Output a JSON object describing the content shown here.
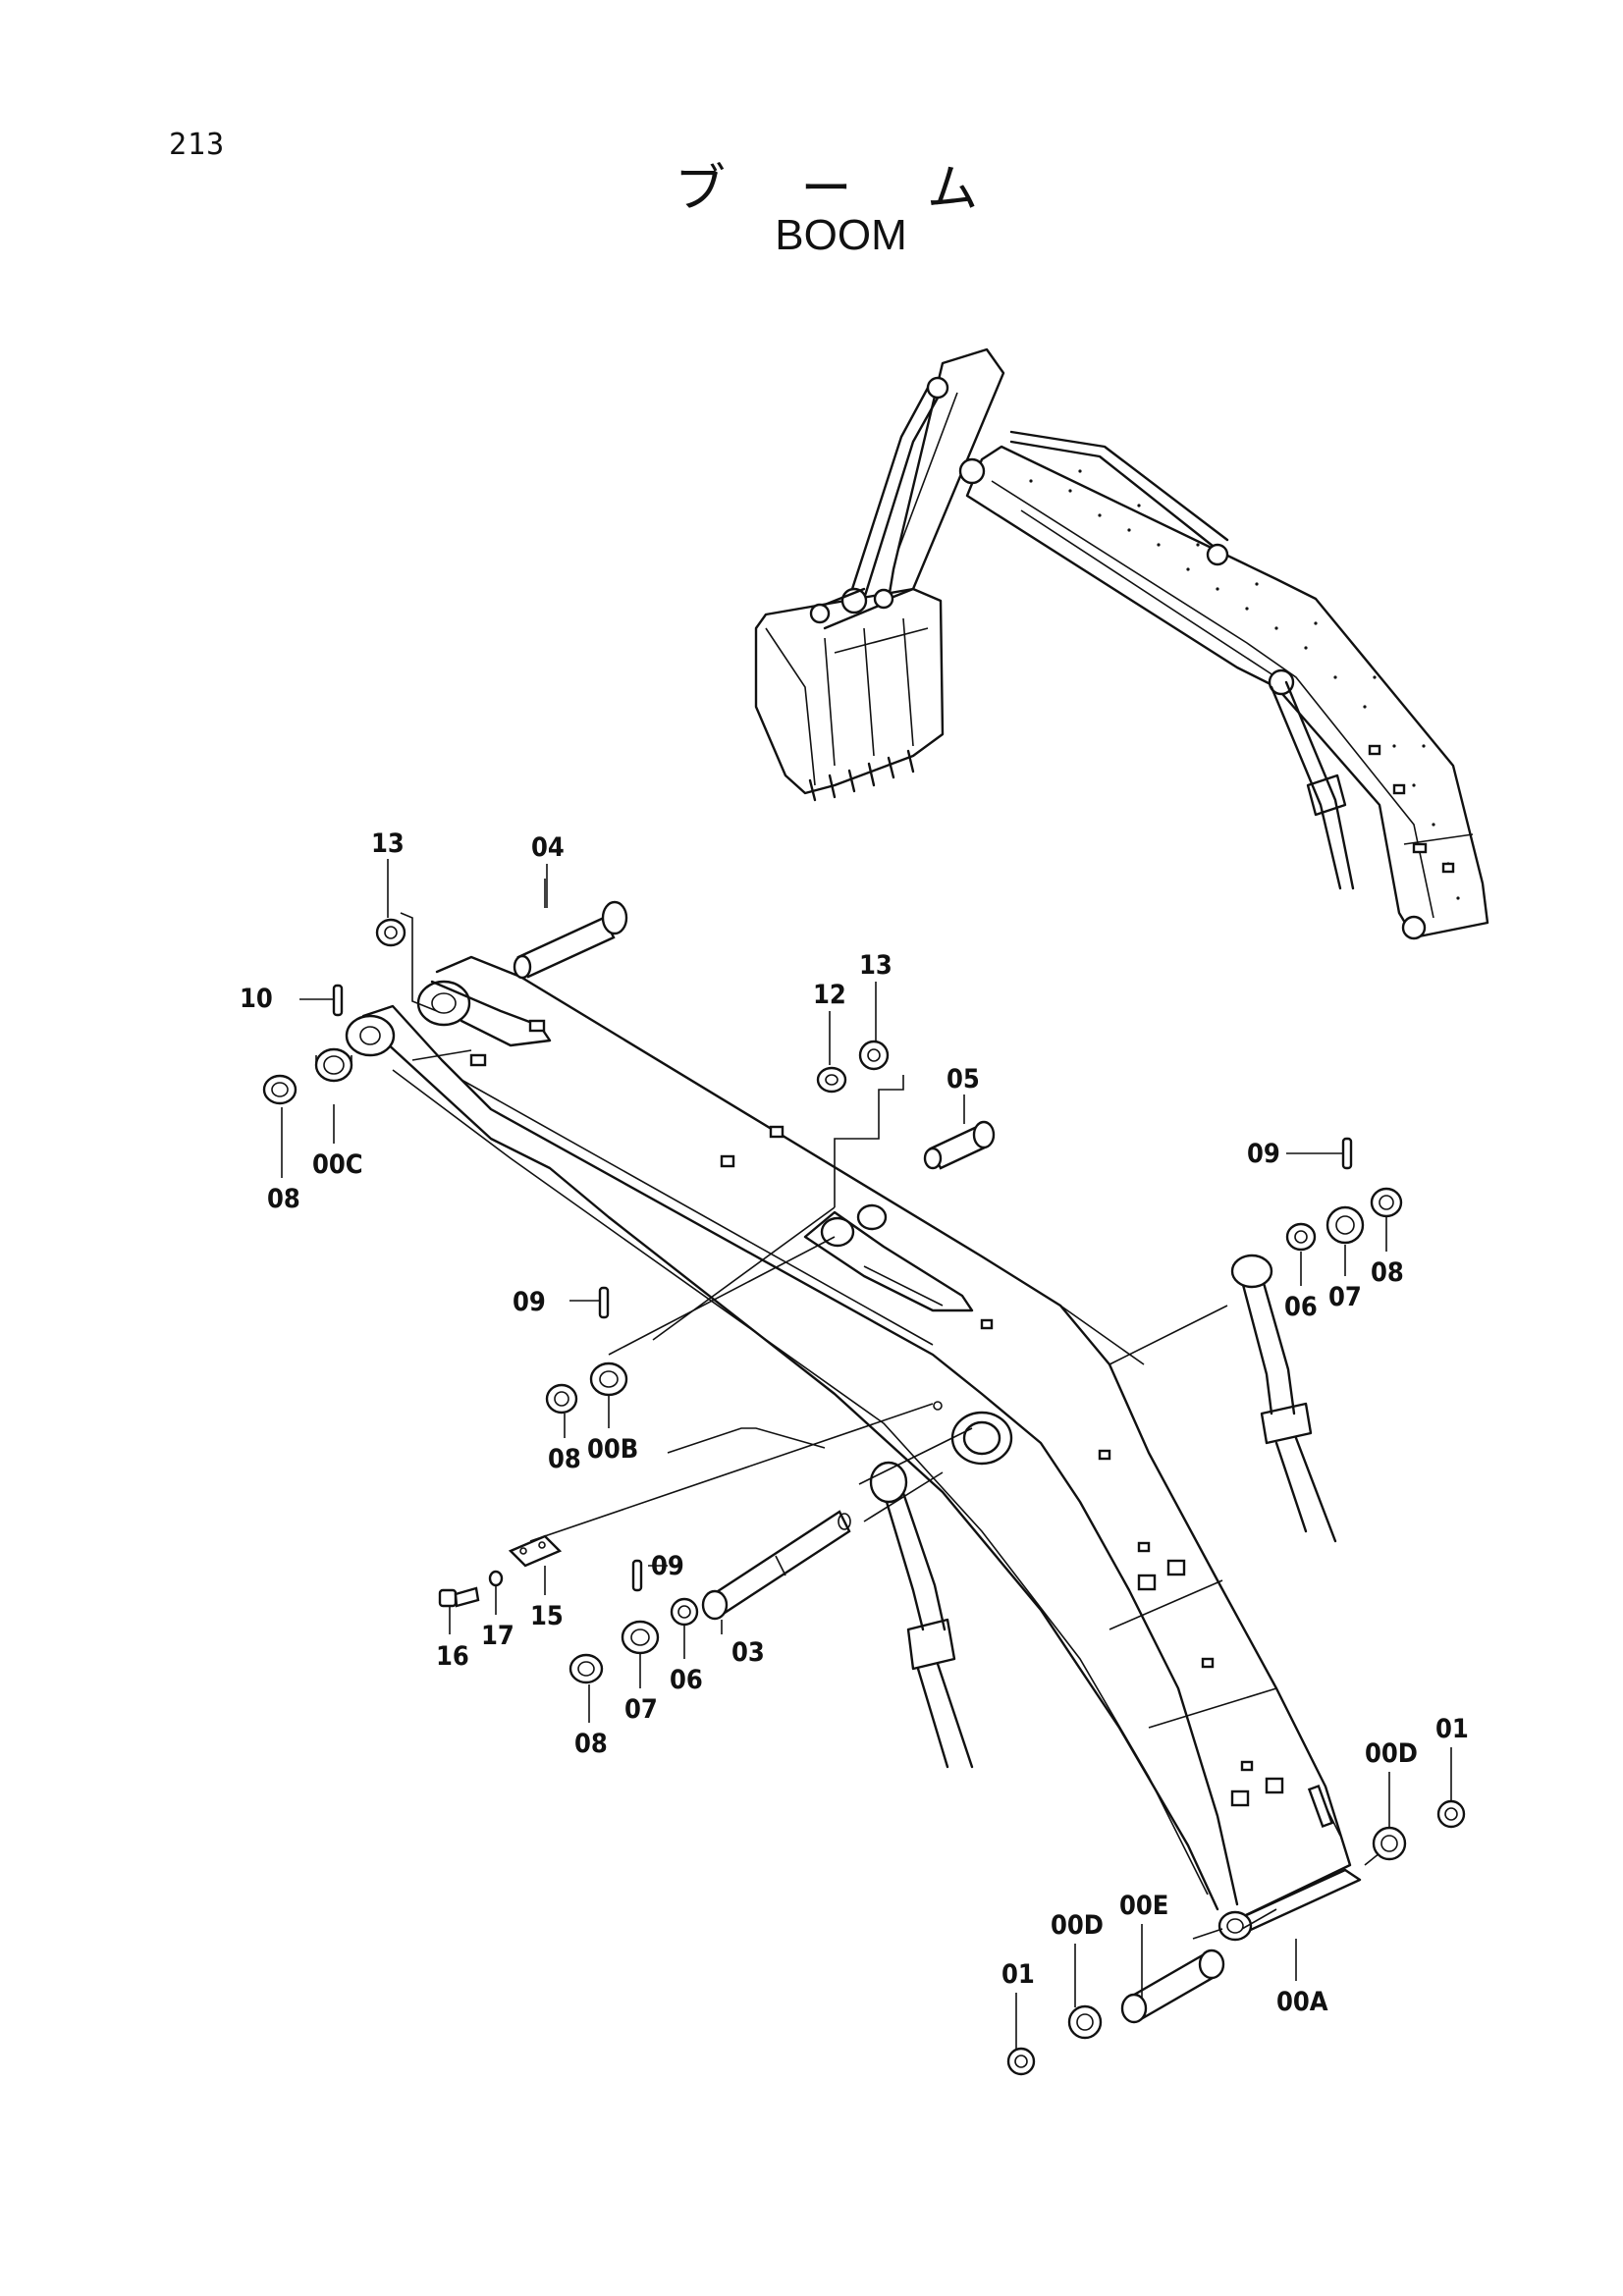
{
  "page_number": "213",
  "title_jp": "ブ ー ム",
  "title_en": "BOOM",
  "labels": {
    "p13a": "13",
    "p04": "04",
    "p10": "10",
    "p08a": "08",
    "p00C": "00C",
    "p12": "12",
    "p13b": "13",
    "p05": "05",
    "p09a": "09",
    "p06a": "06",
    "p07a": "07",
    "p08b": "08",
    "p09b": "09",
    "p08c": "08",
    "p00B": "00B",
    "p09c": "09",
    "p15": "15",
    "p16": "16",
    "p17": "17",
    "p07b": "07",
    "p06b": "06",
    "p03": "03",
    "p08d": "08",
    "p00D_r": "00D",
    "p01_r": "01",
    "p00D_l": "00D",
    "p00E": "00E",
    "p01_l": "01",
    "p00A": "00A"
  }
}
